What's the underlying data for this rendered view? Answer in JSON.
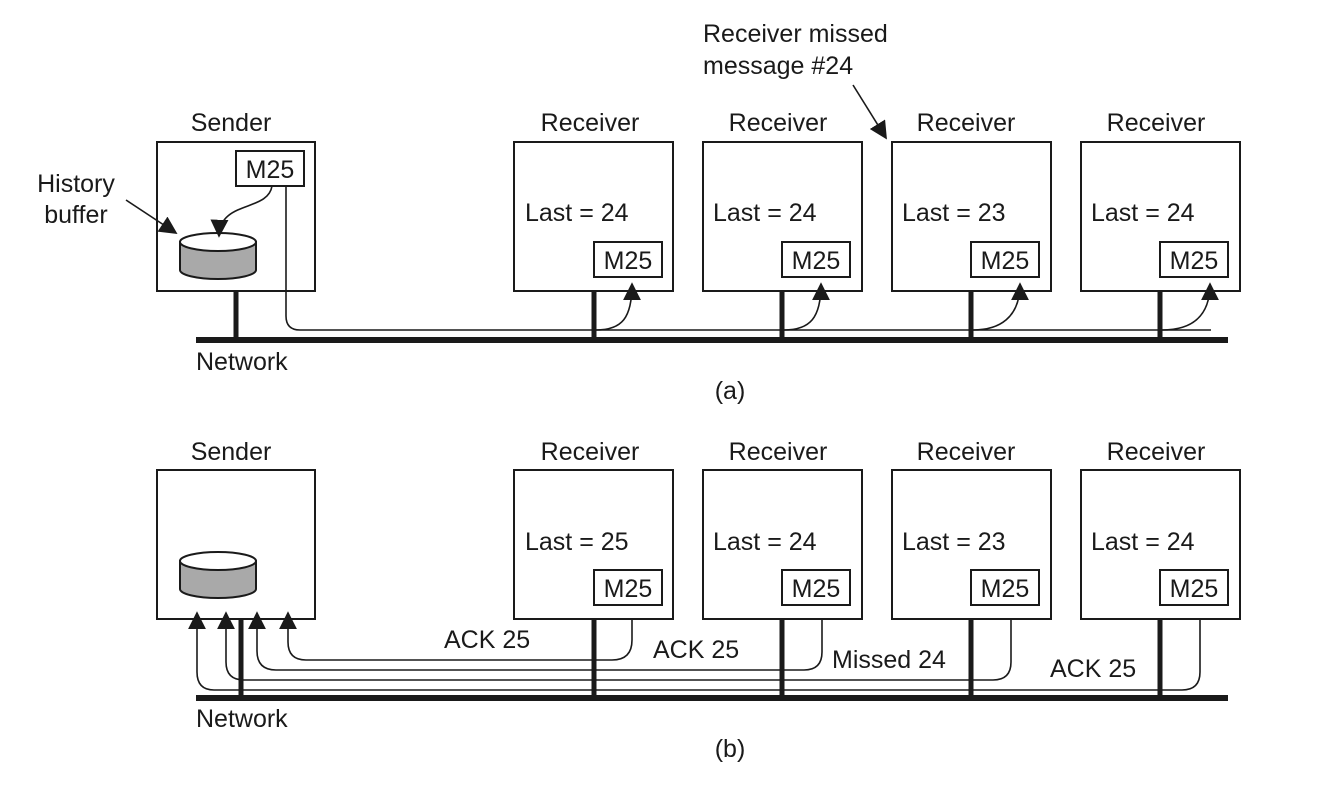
{
  "annotation": {
    "line1": "Receiver missed",
    "line2": "message #24"
  },
  "history_label": {
    "line1": "History",
    "line2": "buffer"
  },
  "panel_a": {
    "caption": "(a)",
    "sender_title": "Sender",
    "sender_message": "M25",
    "network_label": "Network",
    "receivers": [
      {
        "title": "Receiver",
        "last": "Last = 24",
        "message": "M25"
      },
      {
        "title": "Receiver",
        "last": "Last = 24",
        "message": "M25"
      },
      {
        "title": "Receiver",
        "last": "Last = 23",
        "message": "M25"
      },
      {
        "title": "Receiver",
        "last": "Last = 24",
        "message": "M25"
      }
    ]
  },
  "panel_b": {
    "caption": "(b)",
    "sender_title": "Sender",
    "network_label": "Network",
    "receivers": [
      {
        "title": "Receiver",
        "last": "Last = 25",
        "message": "M25",
        "reply": "ACK 25"
      },
      {
        "title": "Receiver",
        "last": "Last = 24",
        "message": "M25",
        "reply": "ACK 25"
      },
      {
        "title": "Receiver",
        "last": "Last = 23",
        "message": "M25",
        "reply": "Missed 24"
      },
      {
        "title": "Receiver",
        "last": "Last = 24",
        "message": "M25",
        "reply": "ACK 25"
      }
    ]
  }
}
